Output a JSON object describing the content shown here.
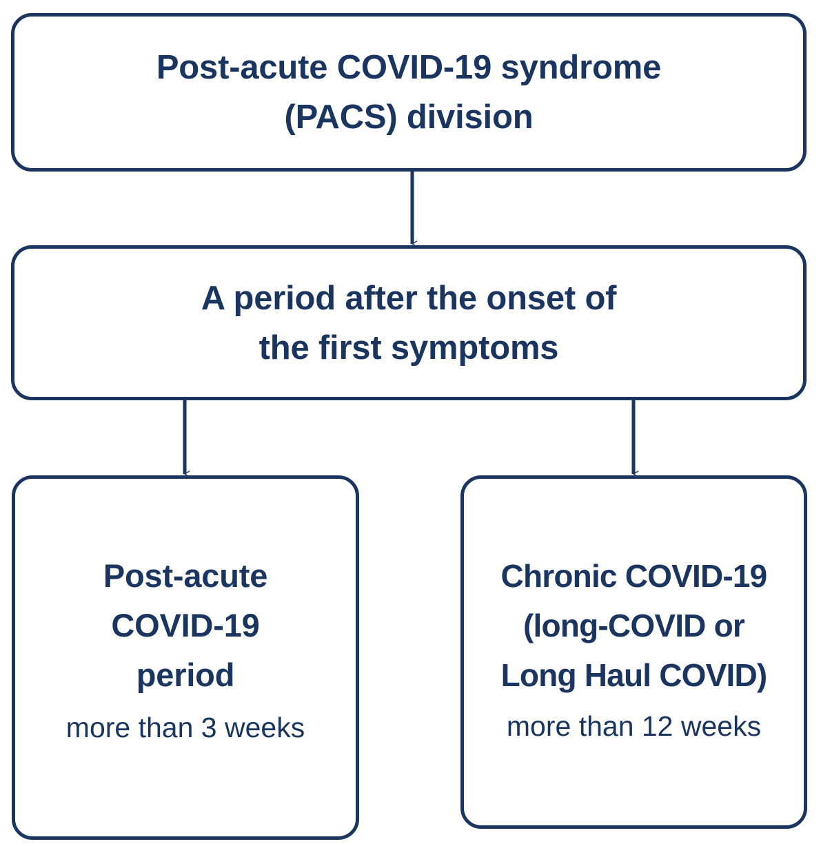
{
  "diagram": {
    "type": "flowchart",
    "orientation": "top-down",
    "accent_color": "#1b3561",
    "background_color": "#ffffff",
    "nodes": [
      {
        "id": "root",
        "title": "Post-acute COVID-19 syndrome\n(PACS) division",
        "subtitle": ""
      },
      {
        "id": "period",
        "title": "A period after the onset of\nthe first symptoms",
        "subtitle": ""
      },
      {
        "id": "post_acute",
        "title": "Post-acute\nCOVID-19\nperiod",
        "subtitle": "more than 3 weeks"
      },
      {
        "id": "chronic",
        "title": "Chronic COVID-19\n(long-COVID or\nLong Haul COVID)",
        "subtitle": "more than 12 weeks"
      }
    ],
    "edges": [
      {
        "from": "root",
        "to": "period",
        "marker": "arrow-down"
      },
      {
        "from": "period",
        "to": "post_acute",
        "marker": "arrow-down"
      },
      {
        "from": "period",
        "to": "chronic",
        "marker": "arrow-down"
      }
    ]
  }
}
